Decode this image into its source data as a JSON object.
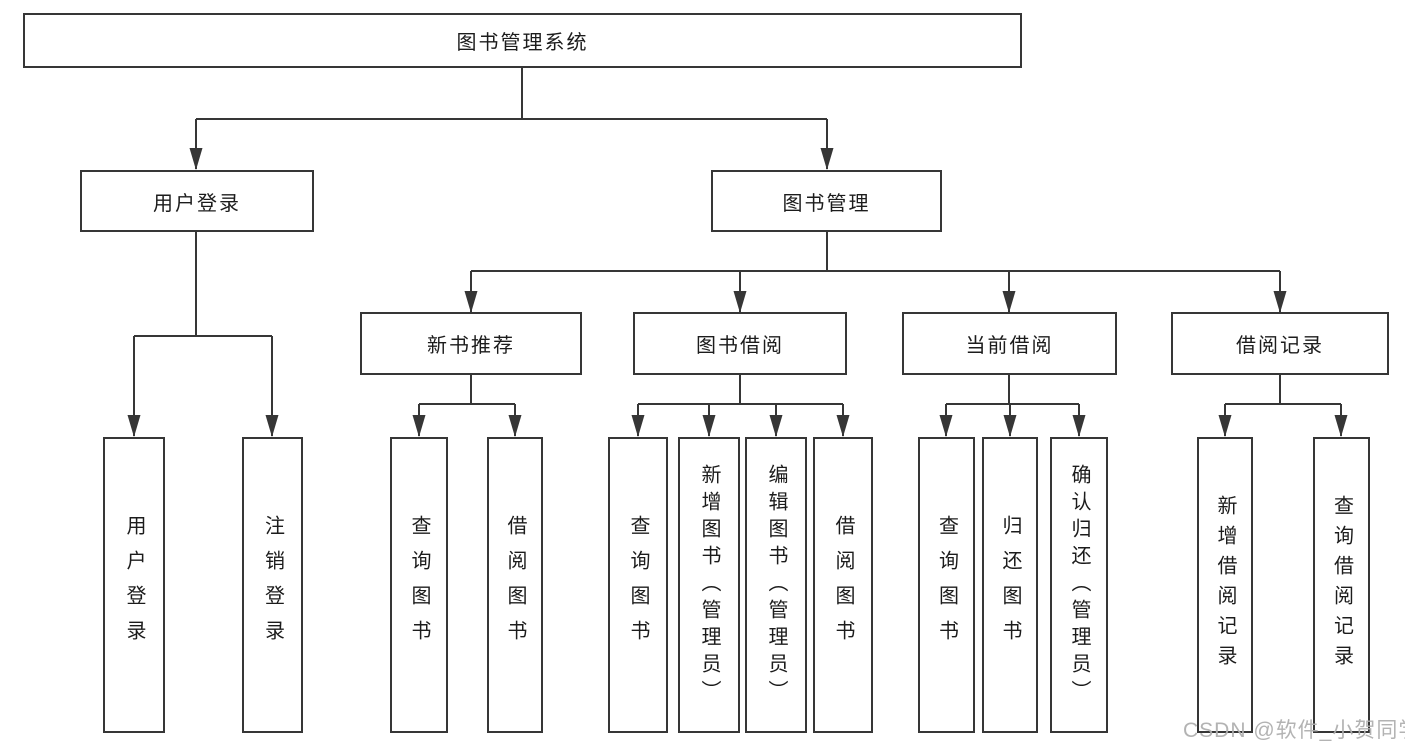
{
  "diagram": {
    "root": "图书管理系统",
    "branches": {
      "user_login": "用户登录",
      "book_mgmt": "图书管理"
    },
    "modules": {
      "new_book_rec": "新书推荐",
      "book_borrow": "图书借阅",
      "current_borrow": "当前借阅",
      "borrow_records": "借阅记录"
    },
    "leaves": {
      "user_login": "用户登录",
      "logout": "注销登录",
      "nb_query": "查询图书",
      "nb_borrow": "借阅图书",
      "bb_query": "查询图书",
      "bb_add": "新增图书（管理员）",
      "bb_edit": "编辑图书（管理员）",
      "bb_borrow": "借阅图书",
      "cb_query": "查询图书",
      "cb_return": "归还图书",
      "cb_confirm": "确认归还（管理员）",
      "br_add": "新增借阅记录",
      "br_query": "查询借阅记录"
    }
  },
  "watermark": "CSDN @软件_小贺同学",
  "colors": {
    "line": "#363636",
    "box_border": "#363636",
    "text": "#1c1c1c",
    "watermark": "#afafaf",
    "background": "#ffffff"
  }
}
